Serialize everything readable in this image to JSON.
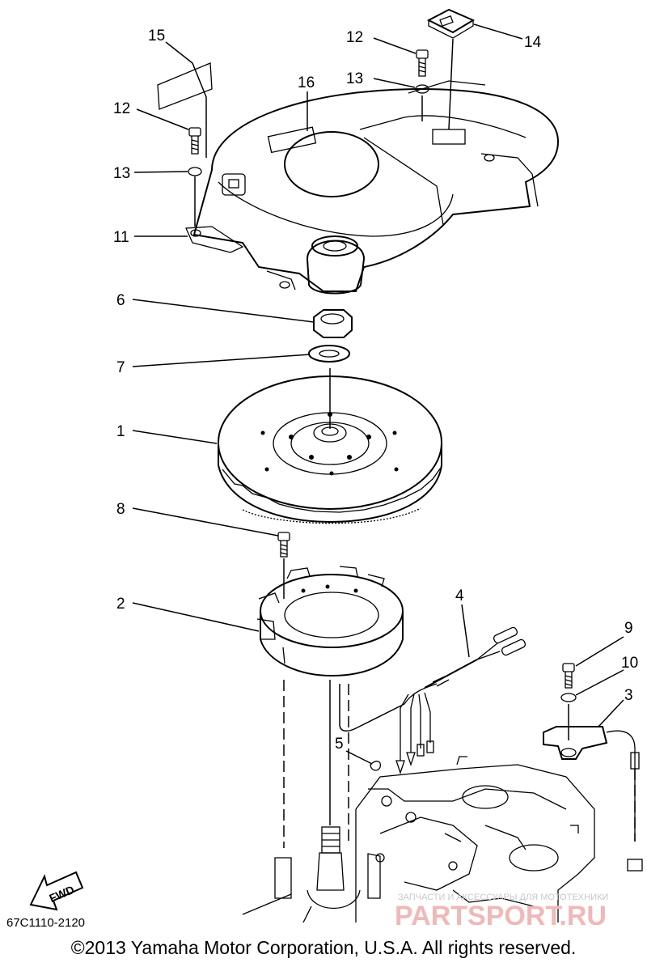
{
  "callouts": {
    "c1": "1",
    "c2": "2",
    "c3": "3",
    "c4": "4",
    "c5": "5",
    "c6": "6",
    "c7": "7",
    "c8": "8",
    "c9": "9",
    "c10": "10",
    "c11": "11",
    "c12a": "12",
    "c12b": "12",
    "c13a": "13",
    "c13b": "13",
    "c14": "14",
    "c15": "15",
    "c16": "16"
  },
  "fwd_label": "FWD",
  "diagram_code": "67C1110-2120",
  "copyright": "©2013 Yamaha Motor Corporation, U.S.A. All rights reserved.",
  "watermark": {
    "line1": "ЗАПЧАСТИ И АКСЕССУАРЫ ДЛЯ МОТОТЕХНИКИ",
    "line2": "PARTSPORT.RU"
  }
}
